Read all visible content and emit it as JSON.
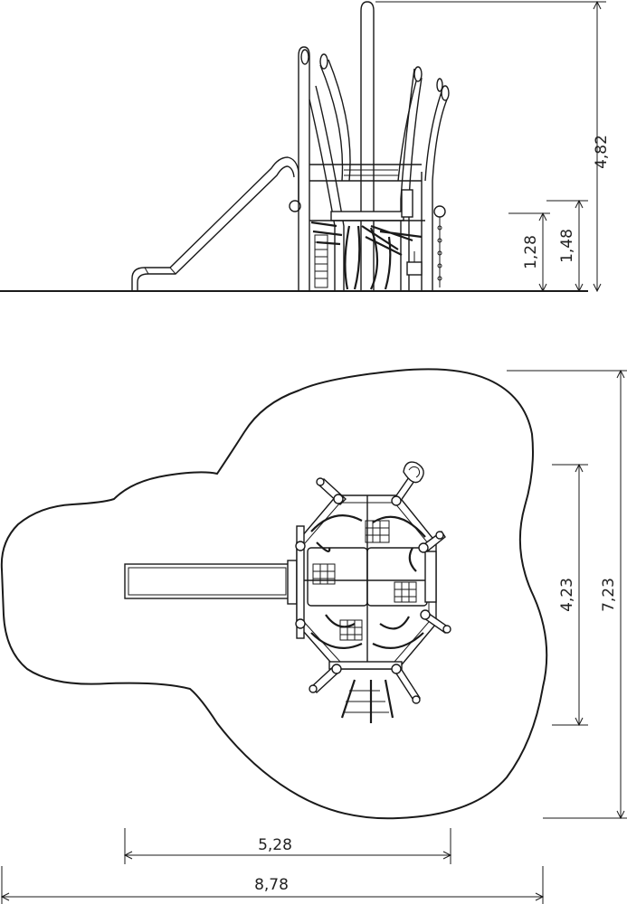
{
  "dimensions": {
    "side_total_height": "4,82",
    "side_platform_height": "1,48",
    "side_fall_height": "1,28",
    "plan_area_depth": "7,23",
    "plan_equipment_depth": "4,23",
    "plan_equipment_width": "5,28",
    "plan_area_width": "8,78"
  }
}
